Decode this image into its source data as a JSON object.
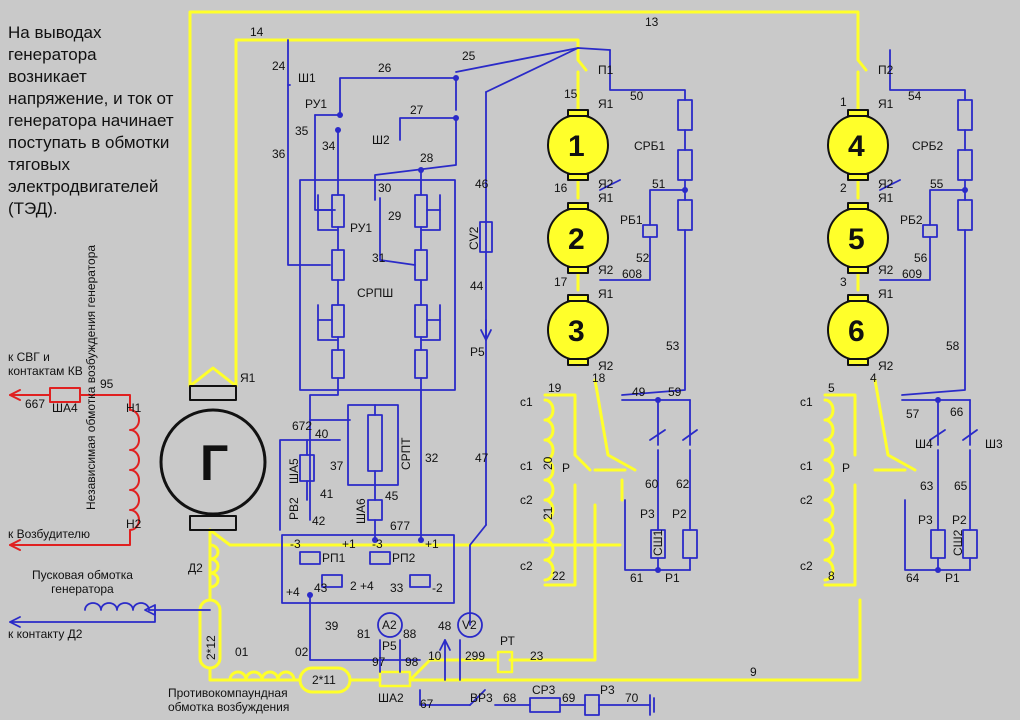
{
  "caption": "На выводах генератора возникает напряжение, и ток от генератора начинает поступать в обмотки тяговых электродвигателей (ТЭД).",
  "generator": {
    "symbol": "Г",
    "terminal": "Я1"
  },
  "motors": [
    "1",
    "2",
    "3",
    "4",
    "5",
    "6"
  ],
  "blocks": {
    "srpsh": "СРПШ",
    "srpt": "СРПТ"
  },
  "left_labels": {
    "svg_kv": "к СВГ и\nконтактам КВ",
    "excitation": "Независимая обмотка возбуждения генератора",
    "to_exciter": "к Возбудителю",
    "starting_winding": "Пусковая обмотка\nгенератора",
    "to_d2": "к контакту Д2",
    "anticompound": "Противокомпаундная\nобмотка возбуждения"
  },
  "colors": {
    "power": "#ffff2a",
    "control": "#2a2ac8",
    "excitation": "#e02020",
    "background": "#c9c9c9"
  },
  "labels": {
    "w14": "14",
    "w13": "13",
    "w24": "24",
    "w25": "25",
    "w26": "26",
    "w27": "27",
    "w28": "28",
    "w29": "29",
    "w30": "30",
    "w31": "31",
    "w34": "34",
    "w35": "35",
    "w36": "36",
    "w37": "37",
    "w40": "40",
    "w41": "41",
    "w42": "42",
    "w43": "43",
    "w44": "44",
    "w45": "45",
    "w46": "46",
    "w47": "47",
    "w48": "48",
    "w49": "49",
    "w50": "50",
    "w51": "51",
    "w52": "52",
    "w53": "53",
    "w54": "54",
    "w55": "55",
    "w56": "56",
    "w57": "57",
    "w58": "58",
    "w59": "59",
    "w60": "60",
    "w61": "61",
    "w62": "62",
    "w63": "63",
    "w64": "64",
    "w65": "65",
    "w66": "66",
    "w67": "67",
    "w68": "68",
    "w69": "69",
    "w70": "70",
    "w81": "81",
    "w88": "88",
    "w95": "95",
    "w97": "97",
    "w98": "98",
    "w10": "10",
    "w9": "9",
    "w23": "23",
    "w299": "299",
    "w01": "01",
    "w02": "02",
    "w39": "39",
    "w32": "32",
    "w33": "33",
    "w608": "608",
    "w609": "609",
    "w667": "667",
    "w672": "672",
    "w677": "677",
    "w1": "1",
    "w2": "2",
    "w3": "3",
    "w4": "4",
    "w5": "5",
    "w8": "8",
    "w15": "15",
    "w16": "16",
    "w17": "17",
    "w18": "18",
    "w19": "19",
    "w20": "20",
    "w21": "21",
    "w22": "22",
    "sh1": "Ш1",
    "sh2": "Ш2",
    "sh3": "Ш3",
    "sh4": "Ш4",
    "ru1a": "РУ1",
    "ru1b": "РУ1",
    "p1": "П1",
    "p2": "П2",
    "srb1": "СРБ1",
    "srb2": "СРБ2",
    "rb1": "РБ1",
    "rb2": "РБ2",
    "sv2": "СV2",
    "r5a": "Р5",
    "r5b": "Р5",
    "p": "Р",
    "p2b": "Р",
    "r3a": "Р3",
    "r3b": "Р3",
    "r2a": "Р2",
    "r2b": "Р2",
    "r1a": "Р1",
    "r1b": "Р1",
    "ssh1": "СШ1",
    "ssh2": "СШ2",
    "sha5": "ША5",
    "sha6": "ША6",
    "sha4": "ША4",
    "sha2": "ША2",
    "rv2": "РВ2",
    "rp1": "РП1",
    "rp2": "РП2",
    "a2": "А2",
    "v2": "V2",
    "rt": "РТ",
    "vr3": "ВР3",
    "sr3": "СР3",
    "r3c": "Р3",
    "d2": "Д2",
    "n1": "Н1",
    "n2": "Н2",
    "s2x12": "2*12",
    "s2x11": "2*11",
    "ya1": "Я1",
    "ya2": "Я2",
    "c1": "с1",
    "c2": "с2",
    "m3": "-3",
    "p1s": "+1",
    "m3b": "-3",
    "p1b": "+1",
    "p4": "+4",
    "n2m": "2",
    "p4b": "+4",
    "m2": "-2"
  }
}
